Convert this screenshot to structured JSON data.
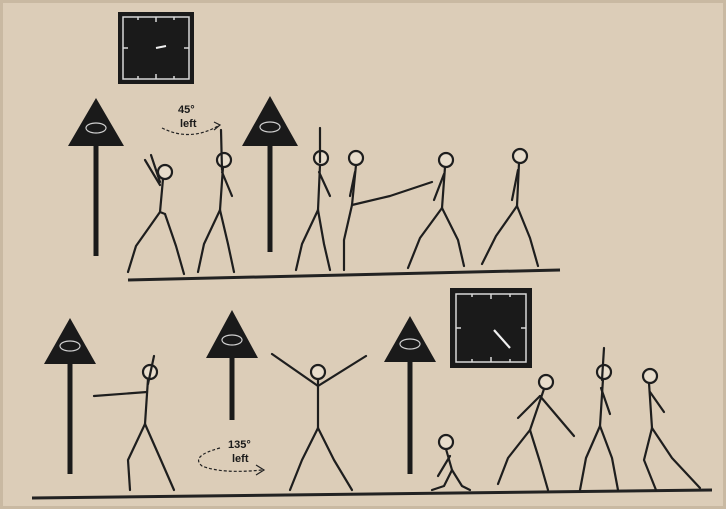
{
  "rotation_labels": {
    "top_degrees": "45°",
    "top_direction": "left",
    "bottom_degrees": "135°",
    "bottom_direction": "left"
  },
  "colors": {
    "paper": "#dccdb8",
    "ink": "#1e1e1e",
    "clock_face": "#1a1a1a",
    "clock_hand": "#f0f0f0"
  },
  "clocks": [
    {
      "name": "top-clock",
      "shown_time_hint": "hands near center pointing right"
    },
    {
      "name": "bottom-clock",
      "shown_time_hint": "hand pointing lower-right"
    }
  ],
  "signs": {
    "top_row": 2,
    "bottom_row": 3
  }
}
